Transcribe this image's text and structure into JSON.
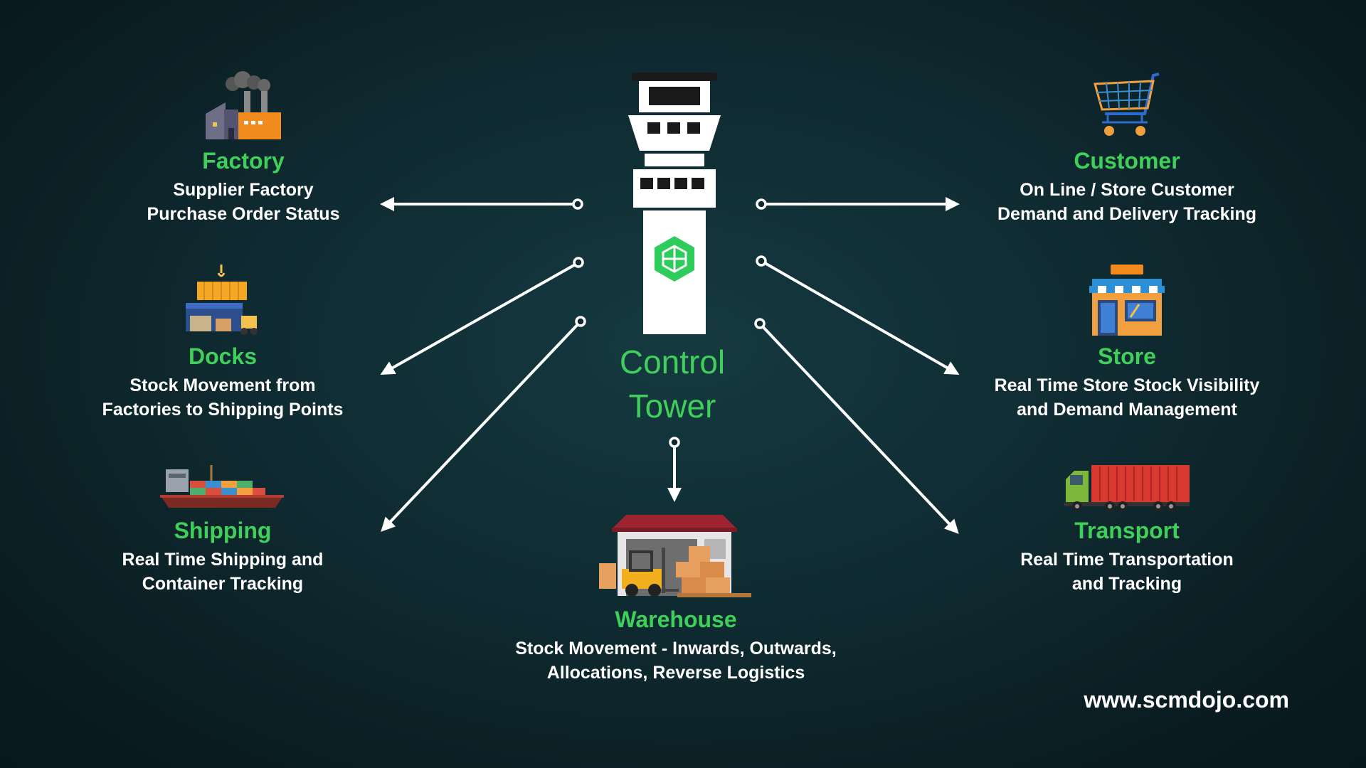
{
  "center": {
    "label": "Control\nTower"
  },
  "nodes": {
    "factory": {
      "title": "Factory",
      "desc": "Supplier Factory\nPurchase Order Status"
    },
    "docks": {
      "title": "Docks",
      "desc": "Stock Movement from\nFactories to Shipping Points"
    },
    "shipping": {
      "title": "Shipping",
      "desc": "Real Time Shipping and\nContainer Tracking"
    },
    "customer": {
      "title": "Customer",
      "desc": "On Line / Store Customer\nDemand and Delivery Tracking"
    },
    "store": {
      "title": "Store",
      "desc": "Real Time Store Stock Visibility\nand Demand Management"
    },
    "transport": {
      "title": "Transport",
      "desc": "Real Time Transportation\nand Tracking"
    },
    "warehouse": {
      "title": "Warehouse",
      "desc": "Stock Movement - Inwards, Outwards,\nAllocations, Reverse Logistics"
    }
  },
  "footer": {
    "url": "www.scmdojo.com"
  },
  "colors": {
    "accent": "#3fcf5a",
    "background": "#0f2b31",
    "text": "#ffffff"
  },
  "icons": {
    "factory": "factory-icon",
    "docks": "docks-icon",
    "shipping": "cargo-ship-icon",
    "customer": "shopping-cart-icon",
    "store": "store-icon",
    "transport": "truck-icon",
    "warehouse": "warehouse-icon",
    "tower": "control-tower-icon"
  }
}
